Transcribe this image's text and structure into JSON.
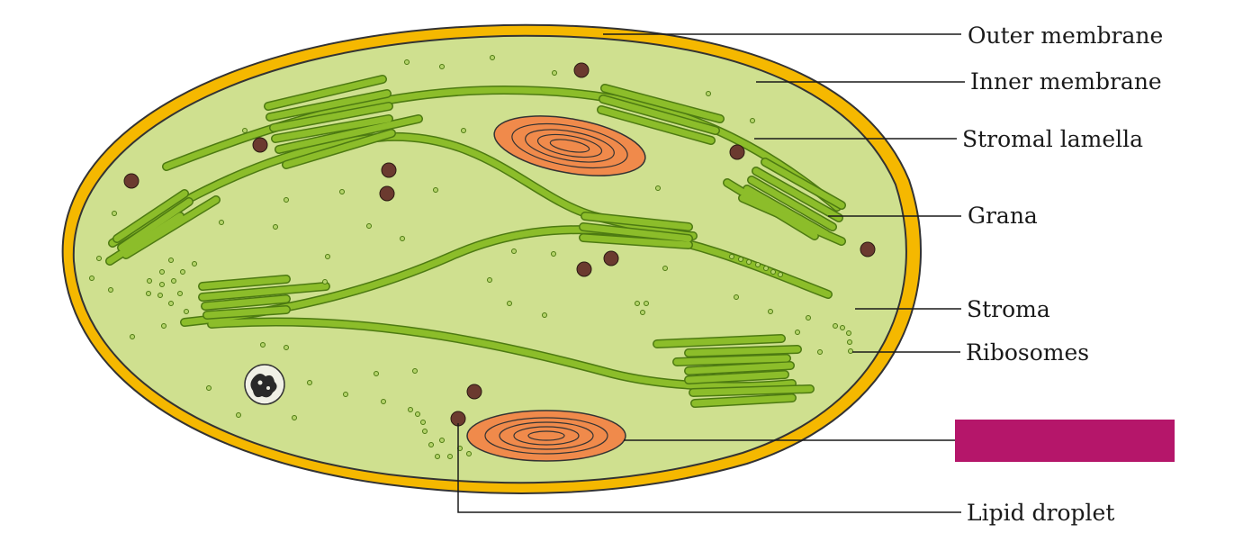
{
  "labels": {
    "outer_membrane": "Outer membrane",
    "inner_membrane": "Inner membrane",
    "stromal_lamella": "Stromal lamella",
    "grana": "Grana",
    "stroma": "Stroma",
    "ribosomes": "Ribosomes",
    "lipid_droplet": "Lipid droplet"
  },
  "colors": {
    "outer_membrane": "#f5b800",
    "stroma": "#cfe08f",
    "thylakoid": "#8cbd2a",
    "thylakoid_edge": "#4d7a12",
    "starch_grain": "#f08a4b",
    "lipid_droplet": "#6b3a2f",
    "ribosome": "#a8cc56",
    "hidden_label_box": "#b5166a",
    "leader_line": "#1a1a1a"
  }
}
